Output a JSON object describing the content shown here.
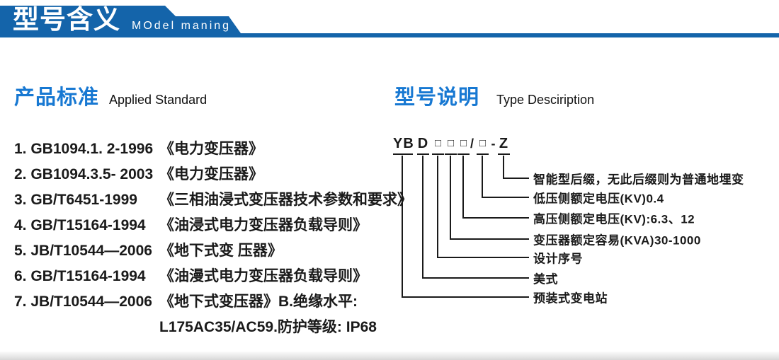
{
  "colors": {
    "header_blue": "#1464aa",
    "heading_blue": "#1778d2"
  },
  "header": {
    "title_cn": "型号含义",
    "title_en": "MOdel maning"
  },
  "left_section": {
    "heading_cn": "产品标准",
    "heading_en": "Applied Standard",
    "standards": [
      {
        "code": "1. GB1094.1. 2-1996",
        "desc": "《电力变压器》"
      },
      {
        "code": "2. GB1094.3.5- 2003",
        "desc": "《电力变压器》"
      },
      {
        "code": "3. GB/T6451-1999",
        "desc": "《三相油浸式变压器技术参数和要求》"
      },
      {
        "code": "4. GB/T15164-1994",
        "desc": "《油浸式电力变压器负载导则》"
      },
      {
        "code": "5. JB/T10544—2006",
        "desc": "《地下式变 压器》"
      },
      {
        "code": "6. GB/T15164-1994",
        "desc": "《油漫式电力变压器负载导则》"
      },
      {
        "code": "7. JB/T10544—2006",
        "desc": "《地下式变压器》B.绝缘水平:"
      }
    ],
    "continuation": "L175AC35/AC59.防护等级: IP68"
  },
  "right_section": {
    "heading_cn": "型号说明",
    "heading_en": "Type Desciription",
    "model_code": {
      "tokens": [
        "YB",
        "D",
        "□",
        "□",
        "□",
        "/",
        "□",
        "-",
        "Z"
      ]
    },
    "labels": [
      "智能型后缀，无此后缀则为普通地埋变",
      "低压侧额定电压(KV)0.4",
      "高压侧额定电压(KV):6.3、12",
      "变压器额定容易(KVA)30-1000",
      "设计序号",
      "美式",
      "预装式变电站"
    ]
  }
}
